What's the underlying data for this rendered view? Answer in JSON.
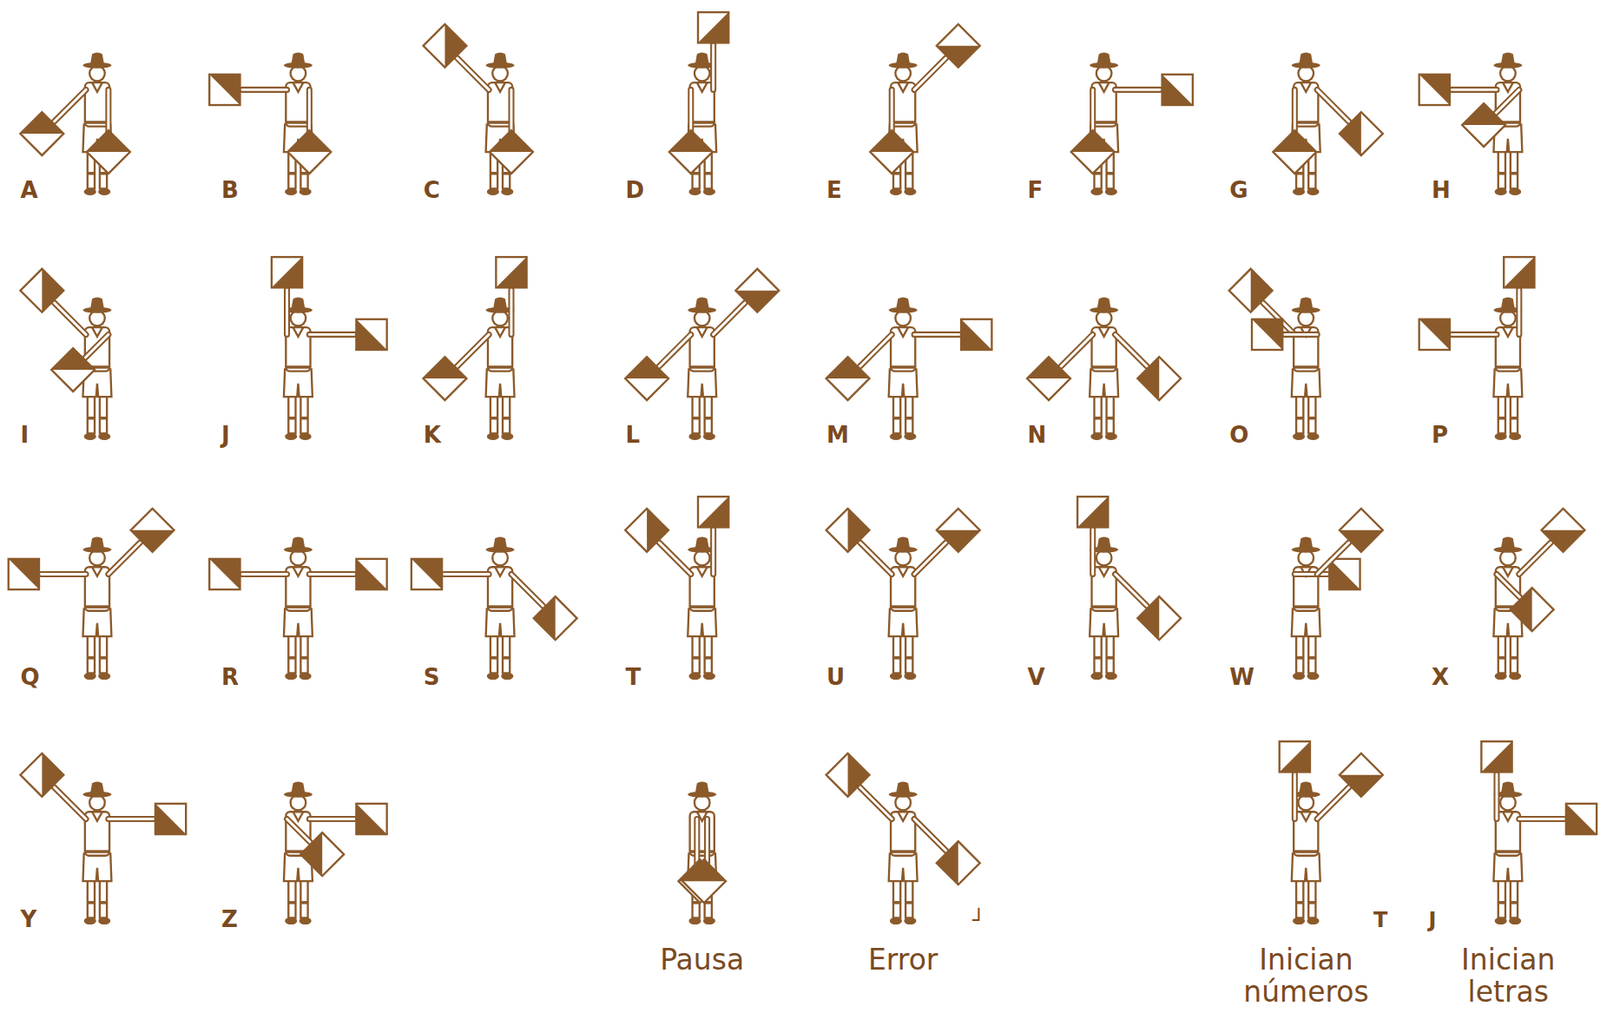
{
  "diagram": {
    "labels": [
      "A",
      "B",
      "C",
      "D",
      "E",
      "F",
      "G",
      "H",
      "I",
      "J",
      "K",
      "L",
      "M",
      "N",
      "O",
      "P",
      "Q",
      "R",
      "S",
      "T",
      "U",
      "V",
      "W",
      "X",
      "Y",
      "Z",
      "┘",
      "T",
      "J",
      "Pausa",
      "Error",
      "Inician números",
      "Inician letras"
    ]
  }
}
